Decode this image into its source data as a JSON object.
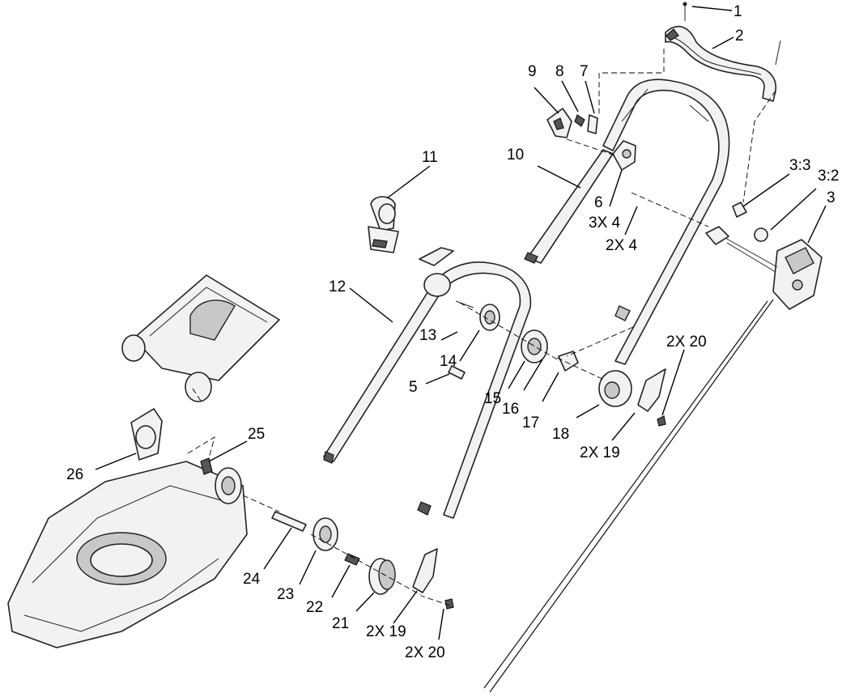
{
  "callouts": {
    "c1": "1",
    "c2": "2",
    "c3": "3",
    "c3_2": "3:2",
    "c3_3": "3:3",
    "c4a": "3X 4",
    "c4b": "2X 4",
    "c5": "5",
    "c6": "6",
    "c7": "7",
    "c8": "8",
    "c9": "9",
    "c10": "10",
    "c11": "11",
    "c12": "12",
    "c13": "13",
    "c14": "14",
    "c15": "15",
    "c16": "16",
    "c17": "17",
    "c18": "18",
    "c19a": "2X 19",
    "c19b": "2X 19",
    "c20a": "2X 20",
    "c20b": "2X 20",
    "c21": "21",
    "c22": "22",
    "c23": "23",
    "c24": "24",
    "c25": "25",
    "c26": "26"
  }
}
